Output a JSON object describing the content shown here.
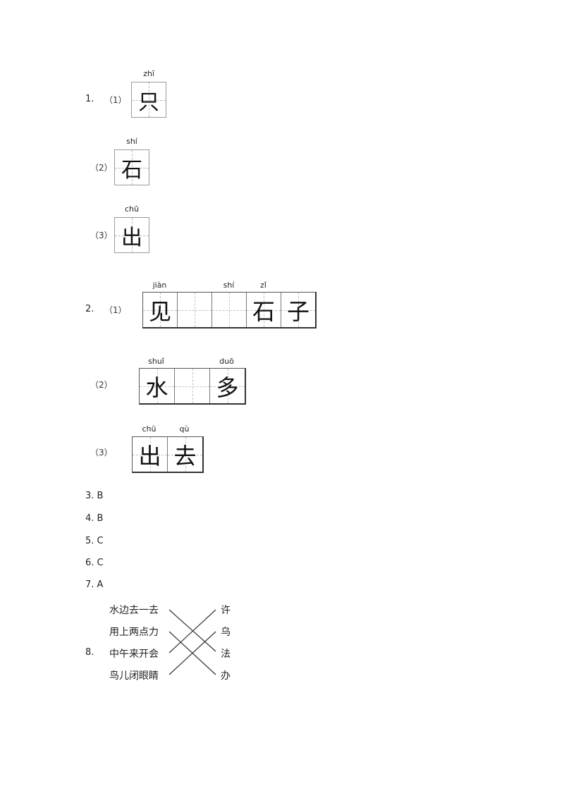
{
  "q1": {
    "number": "1.",
    "items": [
      {
        "label": "（1）",
        "pinyin": "zhī",
        "char": "只"
      },
      {
        "label": "（2）",
        "pinyin": "shí",
        "char": "石"
      },
      {
        "label": "（3）",
        "pinyin": "chū",
        "char": "出"
      }
    ]
  },
  "q2": {
    "number": "2.",
    "rows": [
      {
        "label": "（1）",
        "cells": [
          {
            "pinyin": "jiàn",
            "char": "见"
          },
          {
            "pinyin": "",
            "char": ""
          },
          {
            "pinyin": "",
            "char": ""
          },
          {
            "pinyin": "shí",
            "char": "石"
          },
          {
            "pinyin": "zǐ",
            "char": "子"
          }
        ]
      },
      {
        "label": "（2）",
        "cells": [
          {
            "pinyin": "shuǐ",
            "char": "水"
          },
          {
            "pinyin": "",
            "char": ""
          },
          {
            "pinyin": "duō",
            "char": "多"
          }
        ]
      },
      {
        "label": "（3）",
        "cells": [
          {
            "pinyin": "chū",
            "char": "出"
          },
          {
            "pinyin": "qù",
            "char": "去"
          }
        ]
      }
    ]
  },
  "answers": [
    {
      "number": "3.",
      "value": "B"
    },
    {
      "number": "4.",
      "value": "B"
    },
    {
      "number": "5.",
      "value": "C"
    },
    {
      "number": "6.",
      "value": "C"
    },
    {
      "number": "7.",
      "value": "A"
    }
  ],
  "q8": {
    "number": "8.",
    "left": [
      "水边去一去",
      "用上两点力",
      "中午来开会",
      "鸟儿闭眼睛"
    ],
    "right": [
      "许",
      "乌",
      "法",
      "办"
    ]
  }
}
